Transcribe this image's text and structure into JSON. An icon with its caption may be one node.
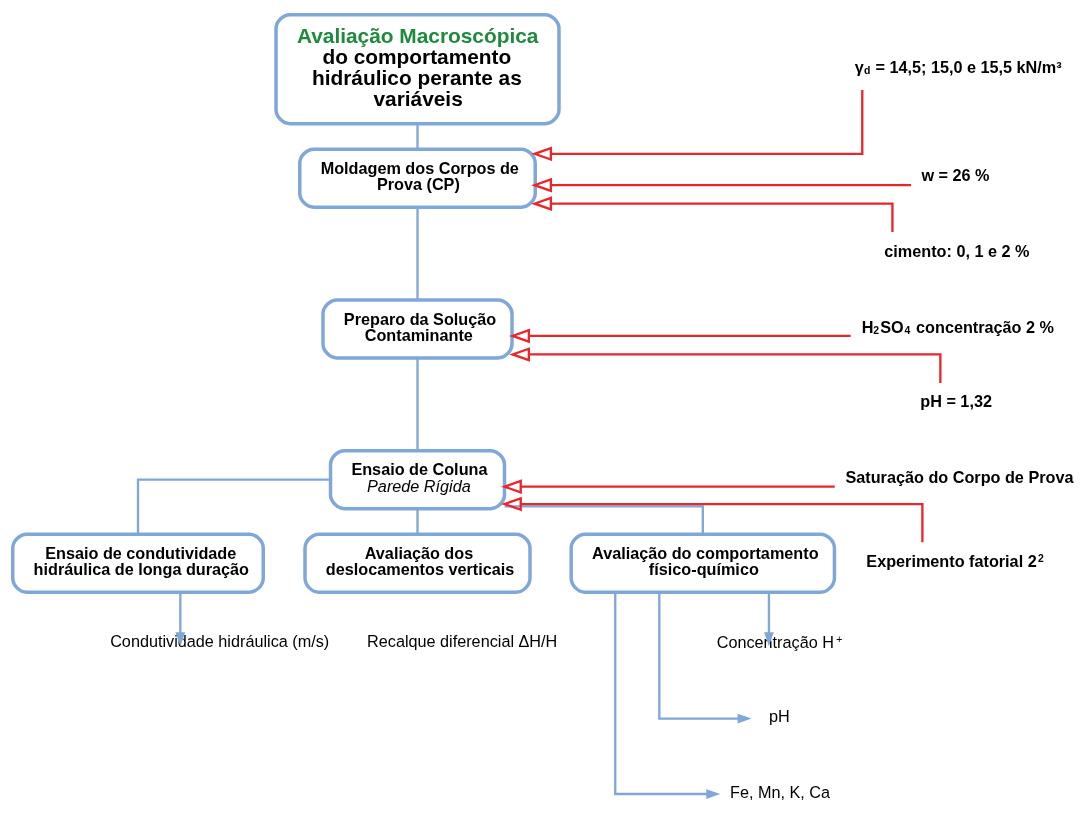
{
  "diagram": {
    "nodes": [
      {
        "text": [
          "Avaliação Macroscópica",
          "do comportamento hidráulico perante as variáveis"
        ]
      },
      {
        "text": [
          "Moldagem dos Corpos de Prova (CP)"
        ]
      },
      {
        "text": [
          "γ$_{d}$ = 14,5; 15,0 e 15,5 kN/m³"
        ]
      },
      {
        "text": [
          "w = 26 %"
        ]
      },
      {
        "text": [
          "cimento: 0, 1 e 2 %"
        ]
      },
      {
        "text": [
          "Preparo da Solução Contaminante"
        ]
      },
      {
        "text": [
          "H$_{2}$SO$_{4}$ concentração 2 %"
        ]
      },
      {
        "text": [
          "pH = 1,32"
        ]
      },
      {
        "text": [
          "Ensaio de Coluna",
          "Parede Rígida"
        ]
      },
      {
        "text": [
          "Saturação do Corpo de Prova"
        ]
      },
      {
        "text": [
          "Experimento fatorial 2$^{2}$"
        ]
      },
      {
        "text": [
          "Ensaio de condutividade hidráulica de longa duração"
        ]
      },
      {
        "text": [
          "Avaliação dos deslocamentos verticais"
        ],
        "beside": [
          "Recalque diferencial ΔH/H"
        ]
      },
      {
        "text": [
          "Avaliação do comportamento físico-químico"
        ]
      },
      {
        "text": [
          "Condutividade hidráulica (m/s)"
        ]
      },
      {
        "text": [
          "Concentração H$^{+}$"
        ]
      },
      {
        "text": [
          "pH"
        ]
      },
      {
        "text": [
          "Fe, Mn, K, Ca"
        ]
      }
    ],
    "edges": [
      {
        "from": 0,
        "to": 1,
        "arrow": "none"
      },
      {
        "from": 2,
        "to": 1,
        "arrow": "to",
        "color": "#e8262b"
      },
      {
        "from": 3,
        "to": 1,
        "arrow": "to",
        "color": "#e8262b"
      },
      {
        "from": 4,
        "to": 1,
        "arrow": "to",
        "color": "#e8262b"
      },
      {
        "from": 1,
        "to": 5,
        "arrow": "none"
      },
      {
        "from": 6,
        "to": 5,
        "arrow": "to",
        "color": "#e8262b"
      },
      {
        "from": 7,
        "to": 5,
        "arrow": "to",
        "color": "#e8262b"
      },
      {
        "from": 5,
        "to": 8,
        "arrow": "none"
      },
      {
        "from": 9,
        "to": 8,
        "arrow": "to",
        "color": "#e8262b"
      },
      {
        "from": 10,
        "to": 8,
        "arrow": "to",
        "color": "#e8262b"
      },
      {
        "from": 8,
        "to": 11,
        "arrow": "none"
      },
      {
        "from": 8,
        "to": 12,
        "arrow": "none"
      },
      {
        "from": 8,
        "to": 13,
        "arrow": "none"
      },
      {
        "from": 11,
        "to": 14,
        "arrow": "to"
      },
      {
        "from": 13,
        "to": 15,
        "arrow": "to"
      },
      {
        "from": 13,
        "to": 16,
        "arrow": "to"
      },
      {
        "from": 13,
        "to": 17,
        "arrow": "to"
      }
    ]
  }
}
